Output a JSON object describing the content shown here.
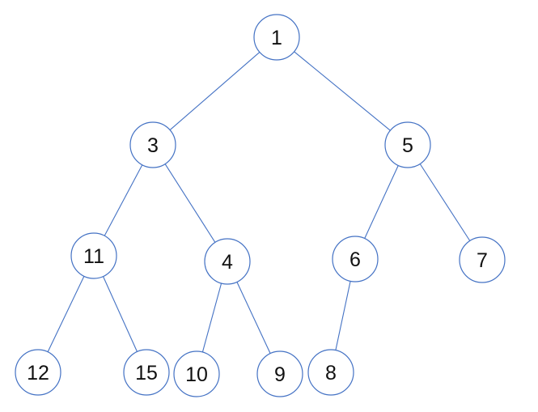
{
  "diagram": {
    "type": "binary-tree",
    "root": "1",
    "nodes": [
      "1",
      "3",
      "5",
      "11",
      "4",
      "6",
      "7",
      "12",
      "15",
      "10",
      "9",
      "8"
    ],
    "edges": [
      [
        "1",
        "3"
      ],
      [
        "1",
        "5"
      ],
      [
        "3",
        "11"
      ],
      [
        "3",
        "4"
      ],
      [
        "5",
        "6"
      ],
      [
        "5",
        "7"
      ],
      [
        "11",
        "12"
      ],
      [
        "11",
        "15"
      ],
      [
        "4",
        "10"
      ],
      [
        "4",
        "9"
      ],
      [
        "6",
        "8"
      ]
    ],
    "colors": {
      "stroke": "#4472c4",
      "fill": "#ffffff",
      "text": "#111111"
    }
  }
}
